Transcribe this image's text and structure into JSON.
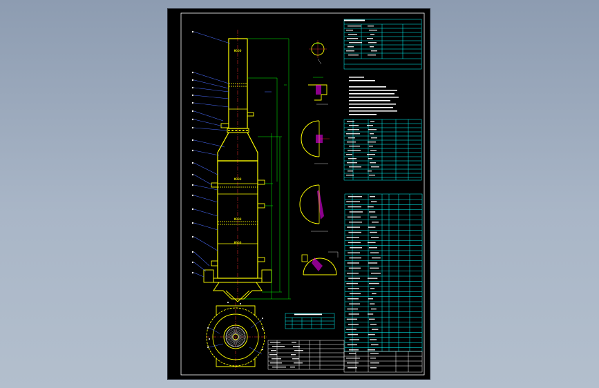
{
  "palette": {
    "background_top": "#8d9cb1",
    "background_bottom": "#b3bfcd",
    "sheet": "#000000",
    "frame": "#ffffff",
    "outline": "#ffff00",
    "table_lines": "#00ffff",
    "dimension": "#00ff00",
    "leader": "#4a6cff",
    "hatch": "#ff00ff",
    "centerline": "#ff3333"
  },
  "main_view": {
    "diameter_labels": [
      "Φ600",
      "Φ900",
      "Φ900",
      "Φ900"
    ]
  }
}
